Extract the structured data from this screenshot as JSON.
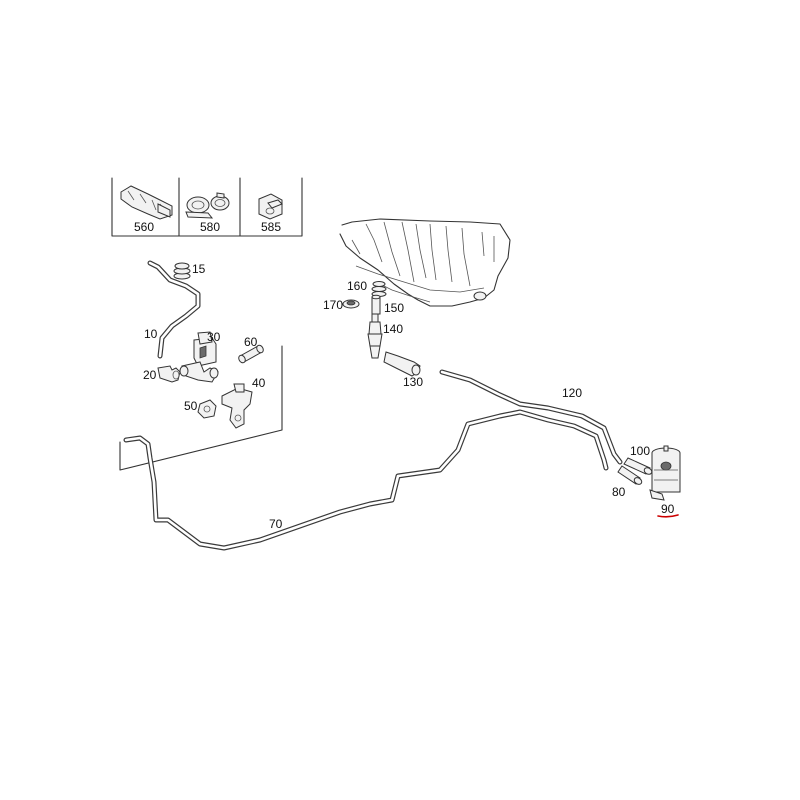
{
  "legend_box": {
    "labels": [
      "560",
      "580",
      "585"
    ]
  },
  "callouts": {
    "p10": "10",
    "p15": "15",
    "p20": "20",
    "p30": "30",
    "p40": "40",
    "p50": "50",
    "p60": "60",
    "p70": "70",
    "p80": "80",
    "p90": "90",
    "p100": "100",
    "p120": "120",
    "p130": "130",
    "p140": "140",
    "p150": "150",
    "p160": "160",
    "p170": "170"
  },
  "highlight": {
    "underlined_part": "90",
    "underline_color": "#cc0000"
  }
}
